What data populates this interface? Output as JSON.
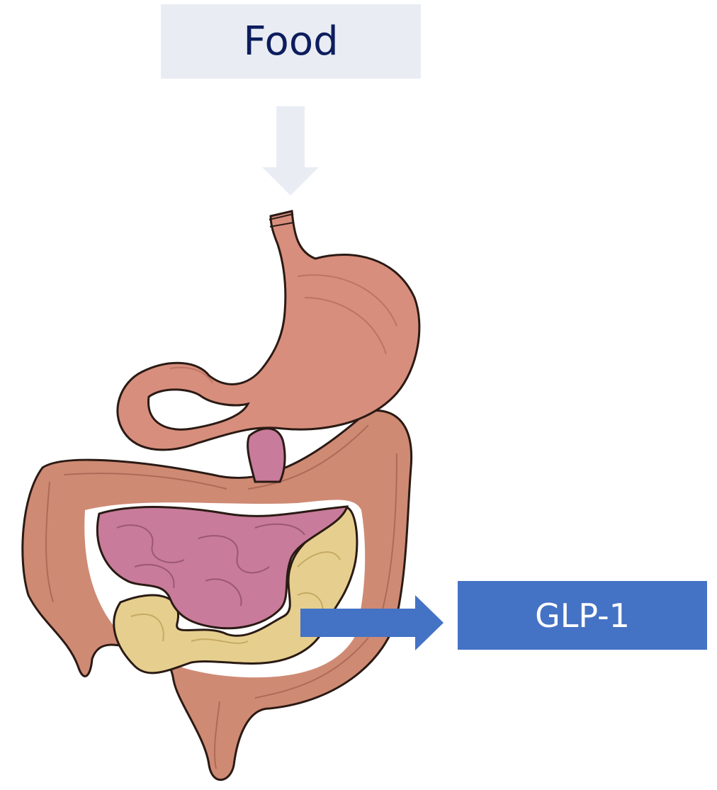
{
  "diagram": {
    "input_label": "Food",
    "output_label": "GLP-1"
  },
  "colors": {
    "input_box_bg": "#e9edf3",
    "input_text": "#0d1d5e",
    "arrow_down": "#e9edf3",
    "output_box_bg": "#4472c4",
    "output_text": "#ffffff",
    "arrow_right": "#4472c4",
    "stomach": "#d88e7d",
    "colon": "#cf8a74",
    "small_intestine_upper": "#c87b9a",
    "small_intestine_lower": "#e6cf8e",
    "outline": "#2a1a14"
  },
  "icons": {
    "digestive_system": "digestive-system-illustration"
  }
}
